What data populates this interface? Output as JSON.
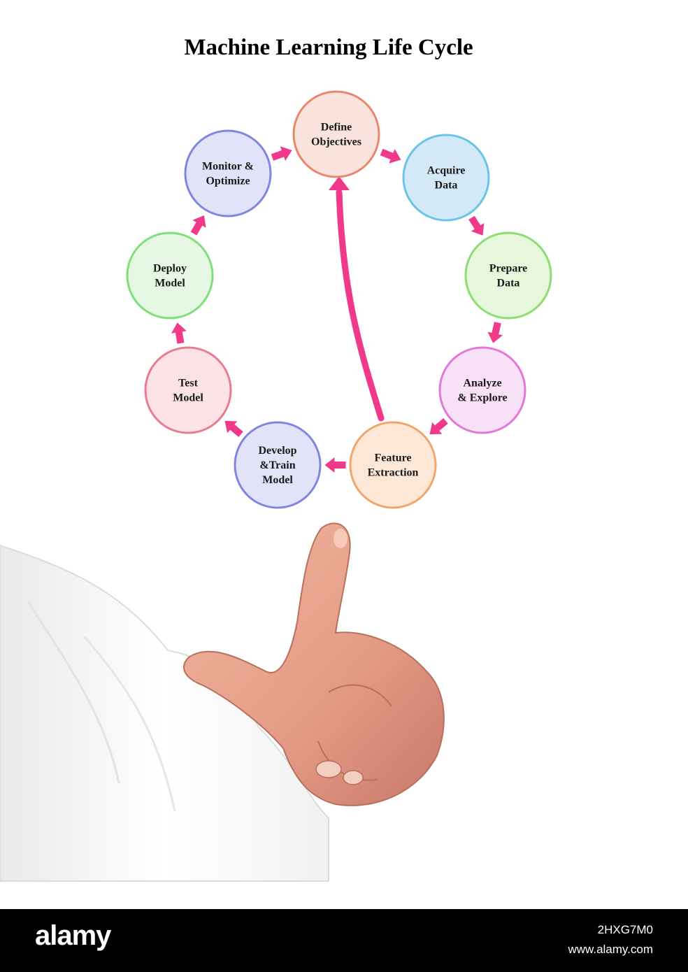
{
  "title": "Machine Learning Life Cycle",
  "colors": {
    "arrow": "#f0398a",
    "background": "#ffffff",
    "footer": "#000000"
  },
  "nodes": [
    {
      "id": "define-objectives",
      "lines": [
        "Define",
        "Objectives"
      ],
      "stroke": "#e8876e",
      "fill": "#fbe3dd"
    },
    {
      "id": "acquire-data",
      "lines": [
        "Acquire",
        "Data"
      ],
      "stroke": "#6cc3e6",
      "fill": "#d3e9f7"
    },
    {
      "id": "prepare-data",
      "lines": [
        "Prepare",
        "Data"
      ],
      "stroke": "#8fdc74",
      "fill": "#e6f7dc"
    },
    {
      "id": "analyze-explore",
      "lines": [
        "Analyze",
        "& Explore"
      ],
      "stroke": "#e07ad6",
      "fill": "#f8e0f6"
    },
    {
      "id": "feature-extraction",
      "lines": [
        "Feature",
        "Extraction"
      ],
      "stroke": "#f0a66a",
      "fill": "#fde8d8"
    },
    {
      "id": "develop-train-model",
      "lines": [
        "Develop",
        "&Train",
        "Model"
      ],
      "stroke": "#7f86e0",
      "fill": "#e2e2f9"
    },
    {
      "id": "test-model",
      "lines": [
        "Test",
        "Model"
      ],
      "stroke": "#e87c90",
      "fill": "#fbe2e6"
    },
    {
      "id": "deploy-model",
      "lines": [
        "Deploy",
        "Model"
      ],
      "stroke": "#7fe07a",
      "fill": "#e6f8e4"
    },
    {
      "id": "monitor-optimize",
      "lines": [
        "Monitor &",
        "Optimize"
      ],
      "stroke": "#7f86e0",
      "fill": "#e2e2f9"
    }
  ],
  "footer": {
    "brand": "alamy",
    "image_id": "2HXG7M0",
    "site": "www.alamy.com"
  }
}
